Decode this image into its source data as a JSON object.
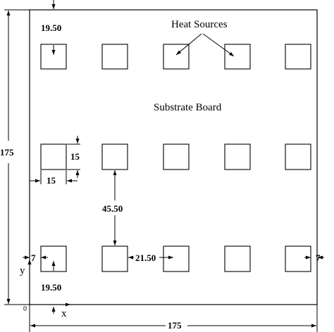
{
  "diagram": {
    "board_label": "Substrate Board",
    "heat_label": "Heat Sources",
    "dim_top": "19.50",
    "dim_bottom": "19.50",
    "dim_size_vertical": "15",
    "dim_size_horizontal": "15",
    "dim_vertical_gap": "45.50",
    "dim_horizontal_gap": "21.50",
    "dim_left_margin": "7",
    "dim_right_margin": "7",
    "dim_overall_height": "175",
    "dim_overall_width": "175",
    "axis_y": "y",
    "axis_x": "x",
    "origin": "0"
  }
}
